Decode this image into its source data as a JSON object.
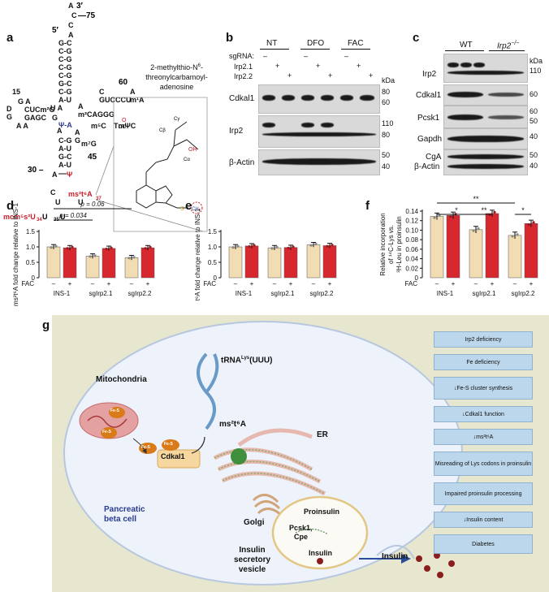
{
  "panels": {
    "a": "a",
    "b": "b",
    "c": "c",
    "d": "d",
    "e": "e",
    "f": "f",
    "g": "g"
  },
  "panel_a": {
    "modification_name_line1": "2-methylthio-N",
    "modification_name_sup": "6",
    "modification_name_line2": "-",
    "modification_name_line3": "threonylcarbamoyl-",
    "modification_name_line4": "adenosine",
    "label_3prime": "3′",
    "label_5prime": "5′",
    "num_75": "75",
    "num_60": "60",
    "num_15": "15",
    "num_45": "45",
    "num_30": "30",
    "ms2t6a_label": "ms²t⁶A",
    "sub37": "37",
    "mcm5s2u_label": "mcm⁵s²U",
    "sub34": "34",
    "psi_label": "Ψ",
    "psi_sub": "39"
  },
  "panel_b": {
    "col_groups": [
      "NT",
      "DFO",
      "FAC"
    ],
    "sgrna_label": "sgRNA:",
    "row_irp21": "Irp2.1",
    "row_irp22": "Irp2.2",
    "minus_mark": "–",
    "plus_mark": "+",
    "kda": "kDa",
    "blots": [
      {
        "label": "Cdkal1",
        "markers": [
          "80",
          "60"
        ]
      },
      {
        "label": "Irp2",
        "markers": [
          "110",
          "80"
        ]
      },
      {
        "label": "β-Actin",
        "markers": [
          "50",
          "40"
        ]
      }
    ]
  },
  "panel_c": {
    "group_wt": "WT",
    "group_ko": "Irp2",
    "group_ko_sup": "−/−",
    "kda": "kDa",
    "blots": [
      {
        "label": "Irp2",
        "markers": [
          "110"
        ]
      },
      {
        "label": "Cdkal1",
        "markers": [
          "60"
        ]
      },
      {
        "label": "Pcsk1",
        "markers": [
          "60",
          "50"
        ]
      },
      {
        "label": "Gapdh",
        "markers": [
          "40"
        ]
      },
      {
        "label": "CgA",
        "label2": "β-Actin",
        "markers": [
          "50",
          "40"
        ]
      }
    ]
  },
  "chart_data": [
    {
      "type": "bar",
      "panel": "d",
      "ylabel": "ms²t⁶A fold change relative to INS-1",
      "ylim": [
        0,
        1.5
      ],
      "yticks": [
        "0",
        "0.5",
        "1.0",
        "1.5"
      ],
      "fac_label": "FAC",
      "groups": [
        "INS-1",
        "sgIrp2.1",
        "sgIrp2.2"
      ],
      "fac": [
        "–",
        "+",
        "–",
        "+",
        "–",
        "+"
      ],
      "values": [
        1.0,
        0.97,
        0.7,
        0.95,
        0.65,
        0.97
      ],
      "colors": [
        "#f1dcb3",
        "#d7282f",
        "#f1dcb3",
        "#d7282f",
        "#f1dcb3",
        "#d7282f"
      ],
      "annotations": [
        {
          "text": "p = 0.06"
        },
        {
          "text": "p = 0.034"
        }
      ]
    },
    {
      "type": "bar",
      "panel": "e",
      "ylabel": "t⁶A fold change relative to INS-1",
      "ylim": [
        0,
        1.5
      ],
      "yticks": [
        "0",
        "0.5",
        "1.0",
        "1.5"
      ],
      "fac_label": "FAC",
      "groups": [
        "INS-1",
        "sgIrp2.1",
        "sgIrp2.2"
      ],
      "fac": [
        "–",
        "+",
        "–",
        "+",
        "–",
        "+"
      ],
      "values": [
        1.0,
        1.03,
        0.97,
        0.98,
        1.07,
        1.04
      ],
      "colors": [
        "#f1dcb3",
        "#d7282f",
        "#f1dcb3",
        "#d7282f",
        "#f1dcb3",
        "#d7282f"
      ]
    },
    {
      "type": "bar",
      "panel": "f",
      "ylabel_lines": [
        "Relative incorporation",
        "of ¹⁴C-Lys vs.",
        "³H-Leu in proinsulin"
      ],
      "ylim": [
        0,
        0.14
      ],
      "yticks": [
        "0",
        "0.02",
        "0.04",
        "0.06",
        "0.08",
        "0.10",
        "0.12",
        "0.14"
      ],
      "fac_label": "FAC",
      "groups": [
        "INS-1",
        "sgIrp2.1",
        "sgIrp2.2"
      ],
      "fac": [
        "–",
        "+",
        "–",
        "+",
        "–",
        "+"
      ],
      "values": [
        0.129,
        0.131,
        0.101,
        0.135,
        0.089,
        0.114
      ],
      "colors": [
        "#f1dcb3",
        "#d7282f",
        "#f1dcb3",
        "#d7282f",
        "#f1dcb3",
        "#d7282f"
      ],
      "annotations": [
        {
          "text": "**"
        },
        {
          "text": "*"
        },
        {
          "text": "**"
        },
        {
          "text": "*"
        }
      ]
    }
  ],
  "panel_g": {
    "mitochondria": "Mitochondria",
    "fes": "Fe-S",
    "cdkal1": "Cdkal1",
    "trna": "tRNA",
    "trna_sup": "Lys",
    "trna_tail": "(UUU)",
    "ms2t6a": "ms²t⁶A",
    "er": "ER",
    "golgi": "Golgi",
    "proinsulin": "Proinsulin",
    "pcsk1": "Pcsk1,",
    "cpe": "Cpe",
    "insulin_inner": "Insulin",
    "insulin_outer": "Insulin",
    "vesicle_line1": "Insulin",
    "vesicle_line2": "secretory",
    "vesicle_line3": "vesicle",
    "cell_line1": "Pancreatic",
    "cell_line2": "beta cell",
    "flow": [
      "Irp2 deficiency",
      "Fe deficiency",
      "↓Fe-S cluster synthesis",
      "↓Cdkal1 function",
      "↓ms²t⁶A",
      "Misreading of Lys codons in proinsulin",
      "Impaired proinsulin processing",
      "↓Insulin content",
      "Diabetes"
    ]
  }
}
